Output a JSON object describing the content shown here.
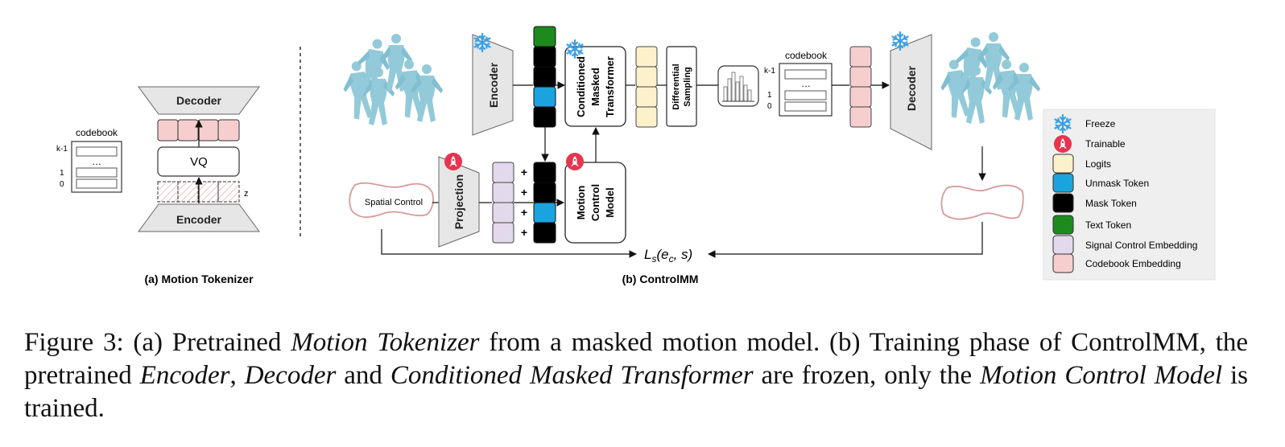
{
  "panel_a": {
    "decoder": "Decoder",
    "encoder": "Encoder",
    "vq": "VQ",
    "z": "z",
    "codebook": "codebook",
    "k_minus_1": "k-1",
    "one": "1",
    "zero": "0",
    "dots": "…",
    "caption": "(a) Motion Tokenizer"
  },
  "panel_b": {
    "encoder": "Encoder",
    "cmt_line1": "Conditioned",
    "cmt_line2": "Masked",
    "cmt_line3": "Transformer",
    "diff_line1": "Differential",
    "diff_line2": "Sampling",
    "codebook": "codebook",
    "k_minus_1": "k-1",
    "one": "1",
    "zero": "0",
    "dots": "…",
    "decoder": "Decoder",
    "spatial_control": "Spatial Control",
    "projection": "Projection",
    "mcm_line1": "Motion",
    "mcm_line2": "Control",
    "mcm_line3": "Model",
    "plus": "+",
    "loss": "L",
    "loss_sub": "s",
    "loss_args": "(e",
    "loss_args_sub": "c",
    "loss_args_tail": ", s)",
    "caption": "(b) ControlMM"
  },
  "legend": {
    "items": [
      {
        "label": "Freeze",
        "kind": "snowflake"
      },
      {
        "label": "Trainable",
        "kind": "rocket"
      },
      {
        "label": "Logits",
        "color": "#fdf1cc"
      },
      {
        "label": "Unmask Token",
        "color": "#1ba3e0"
      },
      {
        "label": "Mask Token",
        "color": "#000000"
      },
      {
        "label": "Text Token",
        "color": "#1d8a1d"
      },
      {
        "label": "Signal Control Embedding",
        "color": "#e3d9ec"
      },
      {
        "label": "Codebook Embedding",
        "color": "#f6cece"
      }
    ]
  },
  "caption": {
    "p1": "Figure 3:  (a) Pretrained ",
    "i1": "Motion Tokenizer",
    "p2": " from a masked motion model.  (b) Training phase of ControlMM, the pretrained ",
    "i2": "Encoder",
    "p3": ", ",
    "i3": "Decoder",
    "p4": " and ",
    "i4": "Conditioned Masked Transformer",
    "p5": " are frozen, only the ",
    "i5": "Motion Control Model",
    "p6": " is trained."
  },
  "colors": {
    "logits": "#fdf1cc",
    "unmask": "#1ba3e0",
    "mask": "#000000",
    "text_token": "#1d8a1d",
    "signal": "#e3d9ec",
    "codebook_emb": "#f6cece",
    "trapezoid": "#e6e6e6",
    "human": "#8ec8d8",
    "trainable_badge": "#e8344f",
    "freeze": "#3aa0e8"
  }
}
